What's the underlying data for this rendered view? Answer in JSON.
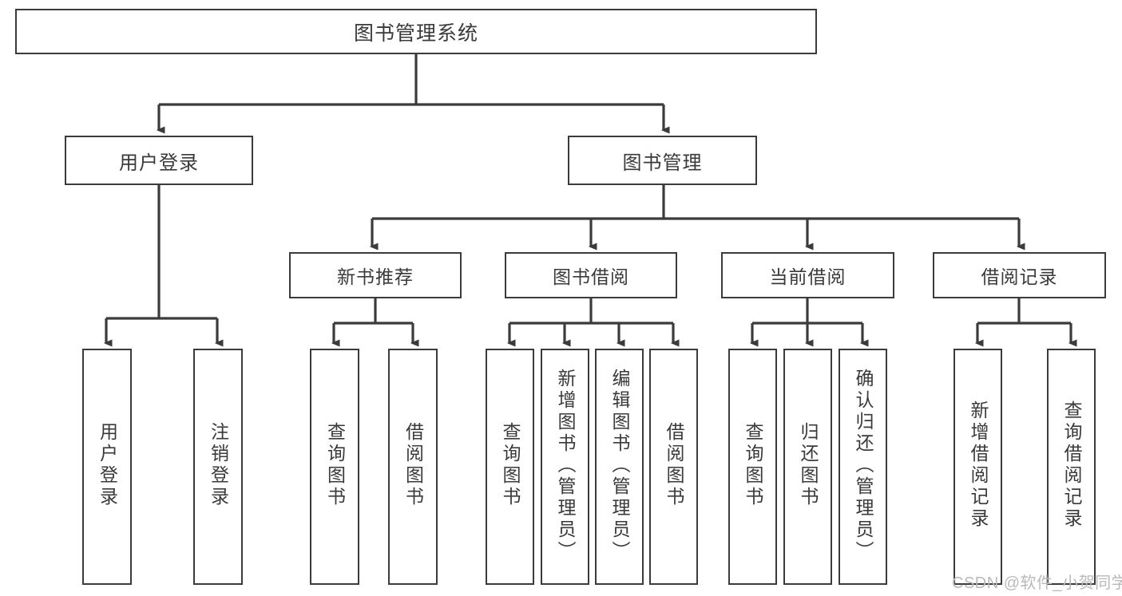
{
  "diagram": {
    "title": "图书管理系统",
    "watermark": "CSDN @软件_小贺同学",
    "line_color": "#3b3b3b",
    "box_fill": "#ffffff",
    "text_color": "#3a3a3a",
    "root": {
      "label": "图书管理系统"
    },
    "level1": [
      {
        "label": "用户登录"
      },
      {
        "label": "图书管理"
      }
    ],
    "level2": [
      {
        "label": "新书推荐"
      },
      {
        "label": "图书借阅"
      },
      {
        "label": "当前借阅"
      },
      {
        "label": "借阅记录"
      }
    ],
    "leaves": {
      "user_login": [
        {
          "label": "用户登录"
        },
        {
          "label": "注销登录"
        }
      ],
      "new_book_recommend": [
        {
          "label": "查询图书"
        },
        {
          "label": "借阅图书"
        }
      ],
      "book_borrow": [
        {
          "label": "查询图书"
        },
        {
          "label": "新增图书（管理员）"
        },
        {
          "label": "编辑图书（管理员）"
        },
        {
          "label": "借阅图书"
        }
      ],
      "current_borrow": [
        {
          "label": "查询图书"
        },
        {
          "label": "归还图书"
        },
        {
          "label": "确认归还（管理员）"
        }
      ],
      "borrow_record": [
        {
          "label": "新增借阅记录"
        },
        {
          "label": "查询借阅记录"
        }
      ]
    }
  }
}
